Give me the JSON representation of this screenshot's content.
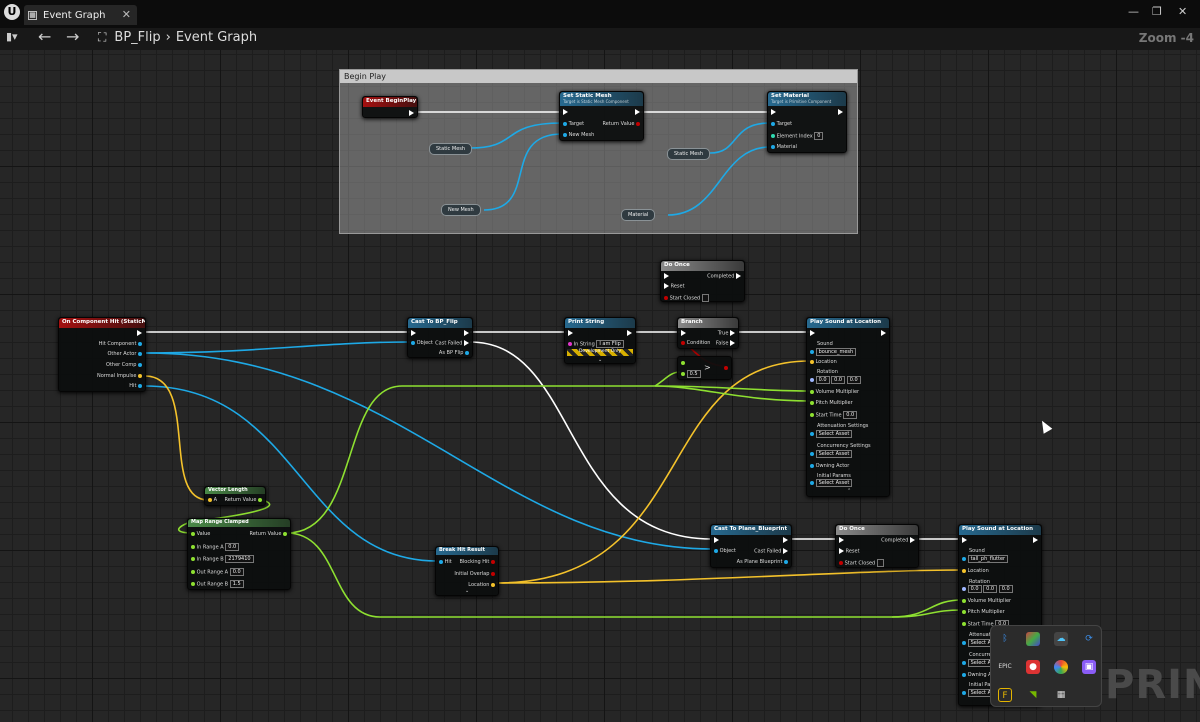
{
  "window": {
    "tab_title": "Event Graph",
    "minimize": "—",
    "maximize": "❐",
    "close": "✕"
  },
  "toolbar": {
    "back": "←",
    "forward": "→",
    "blueprint": "BP_Flip",
    "sep": "›",
    "graph": "Event Graph",
    "zoom": "Zoom -4"
  },
  "comment": {
    "title": "Begin Play"
  },
  "nodes": {
    "event_begin_play": {
      "title": "Event BeginPlay"
    },
    "set_static_mesh": {
      "title": "Set Static Mesh",
      "subtitle": "Target is Static Mesh Component",
      "target": "Target",
      "return_value": "Return Value",
      "new_mesh": "New Mesh"
    },
    "set_material": {
      "title": "Set Material",
      "subtitle": "Target is Primitive Component",
      "target": "Target",
      "element_index": "Element Index",
      "element_index_value": "0",
      "material": "Material"
    },
    "var_static_mesh_1": "Static Mesh",
    "var_static_mesh_2": "Static Mesh",
    "var_new_mesh": "New Mesh",
    "var_material": "Material",
    "on_component_hit": {
      "title": "On Component Hit (StaticMesh)",
      "hit_component": "Hit Component",
      "other_actor": "Other Actor",
      "other_comp": "Other Comp",
      "normal_impulse": "Normal Impulse",
      "hit": "Hit"
    },
    "cast_bp_flip": {
      "title": "Cast To BP_Flip",
      "object": "Object",
      "cast_failed": "Cast Failed",
      "as_bp_flip": "As BP Flip"
    },
    "print_string": {
      "title": "Print String",
      "in_string": "In String",
      "in_string_value": "I am Flip",
      "dev": "Development Only"
    },
    "branch": {
      "title": "Branch",
      "true": "True",
      "condition": "Condition",
      "false": "False"
    },
    "do_once_1": {
      "title": "Do Once",
      "completed": "Completed",
      "reset": "Reset",
      "start_closed": "Start Closed"
    },
    "compare": {
      "value": "0.5",
      "op": ">"
    },
    "vector_length": {
      "title": "Vector Length",
      "a": "A",
      "return_value": "Return Value"
    },
    "map_range": {
      "title": "Map Range Clamped",
      "value": "Value",
      "return_value": "Return Value",
      "in_range_a": "In Range A",
      "in_range_a_value": "0.0",
      "in_range_b": "In Range B",
      "in_range_b_value": "2179410",
      "out_range_a": "Out Range A",
      "out_range_a_value": "0.0",
      "out_range_b": "Out Range B",
      "out_range_b_value": "1.5"
    },
    "break_hit": {
      "title": "Break Hit Result",
      "hit": "Hit",
      "blocking_hit": "Blocking Hit",
      "initial_overlap": "Initial Overlap",
      "location": "Location"
    },
    "play_sound_1": {
      "title": "Play Sound at Location",
      "sound": "Sound",
      "sound_value": "bounce_mesh",
      "location": "Location",
      "rotation": "Rotation",
      "rx": "0.0",
      "ry": "0.0",
      "rz": "0.0",
      "volume": "Volume Multiplier",
      "pitch": "Pitch Multiplier",
      "start_time": "Start Time",
      "start_time_value": "0.0",
      "attenuation": "Attenuation Settings",
      "select_asset": "Select Asset",
      "concurrency": "Concurrency Settings",
      "owning_actor": "Owning Actor",
      "initial_params": "Initial Params"
    },
    "cast_plane": {
      "title": "Cast To Plane_Blueprint",
      "object": "Object",
      "cast_failed": "Cast Failed",
      "as_plane": "As Plane Blueprint"
    },
    "do_once_2": {
      "title": "Do Once",
      "completed": "Completed",
      "reset": "Reset",
      "start_closed": "Start Closed"
    },
    "play_sound_2": {
      "title": "Play Sound at Location",
      "sound": "Sound",
      "sound_value": "tall_ph_flutter",
      "location": "Location",
      "rotation": "Rotation",
      "rx": "0.0",
      "ry": "0.0",
      "rz": "0.0",
      "volume": "Volume Multiplier",
      "pitch": "Pitch Multiplier",
      "start_time": "Start Time",
      "start_time_value": "0.0",
      "attenuation": "Attenuation",
      "concurrency": "Concurren",
      "owning_actor": "Owning Act",
      "initial_params": "Initial Para",
      "select_asset": "Select Asset"
    }
  },
  "watermark": "PRINT",
  "colors": {
    "exec": "#ffffff",
    "object": "#1ea9e6",
    "vector": "#f4c22b",
    "float": "#8ee031",
    "bool": "#c20000",
    "event": "#a51010"
  }
}
